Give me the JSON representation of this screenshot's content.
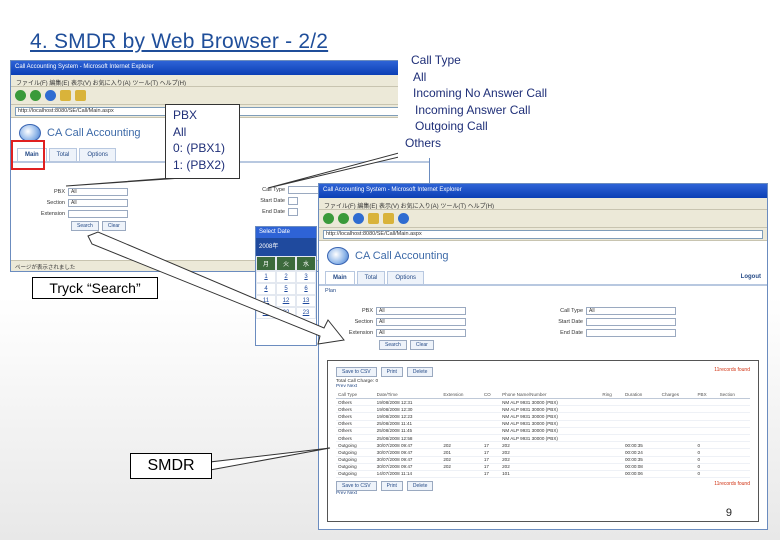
{
  "slide": {
    "title": "4. SMDR by Web Browser - 2/2",
    "page_number": "9"
  },
  "window_back": {
    "title": "Call Accounting System - Microsoft Internet Explorer",
    "menu": "ファイル(F)  編集(E)  表示(V)  お気に入り(A)  ツール(T)  ヘルプ(H)",
    "address": "http://localhost:8080/SE/Call/Main.aspx",
    "app_name": "CA Call Accounting",
    "tabs": [
      "Main",
      "Total",
      "Options"
    ],
    "form_rows": [
      {
        "label": "PBX",
        "value": "All"
      },
      {
        "label": "Section",
        "value": "All"
      },
      {
        "label": "Extension",
        "value": ""
      }
    ],
    "search_label": "Search",
    "clear_label": "Clear",
    "call_type_label": "Call Type",
    "start_date_label": "Start Date",
    "end_date_label": "End Date",
    "status": "ページが表示されました"
  },
  "calendar": {
    "title": "Select Date",
    "month": "2008年",
    "headers": [
      "月",
      "火",
      "水"
    ],
    "days": [
      "1",
      "2",
      "3",
      "4",
      "5",
      "6",
      "11",
      "12",
      "13",
      "21",
      "22",
      "23"
    ]
  },
  "window_front": {
    "title": "Call Accounting System - Microsoft Internet Explorer",
    "menu": "ファイル(F)  編集(E)  表示(V)  お気に入り(A)  ツール(T)  ヘルプ(H)",
    "address": "http://localhost:8080/SE/Call/Main.aspx",
    "app_name": "CA Call Accounting",
    "tabs": [
      "Main",
      "Total",
      "Options"
    ],
    "logout": "Logout",
    "breadcrumb": "Plan",
    "form_rows": [
      {
        "label": "PBX",
        "value": "All"
      },
      {
        "label": "Section",
        "value": "All"
      },
      {
        "label": "Extension",
        "value": "All"
      }
    ],
    "call_type_label": "Call Type",
    "call_type_value": "All",
    "start_date_label": "Start Date",
    "end_date_label": "End Date",
    "search_label": "Search",
    "clear_label": "Clear",
    "result_buttons": [
      "Save to CSV",
      "Print",
      "Delete"
    ],
    "record_count": "Total Call Charge: 0",
    "page_nav": "Prev  Next",
    "records_found": "11records found",
    "columns": [
      "Call Type",
      "Date/Time",
      "Extension",
      "CO",
      "Phone Name/Number",
      "Ring",
      "Duration",
      "Charges",
      "PBX",
      "Section"
    ],
    "rows": [
      [
        "Others",
        "19/08/2008 12:31",
        "",
        "",
        "NM ALP 9931 30000 (PBX)",
        "",
        "",
        "",
        "",
        ""
      ],
      [
        "Others",
        "19/08/2008 12:30",
        "",
        "",
        "NM ALP 9931 30000 (PBX)",
        "",
        "",
        "",
        "",
        ""
      ],
      [
        "Others",
        "19/08/2008 12:23",
        "",
        "",
        "NM ALP 9931 30000 (PBX)",
        "",
        "",
        "",
        "",
        ""
      ],
      [
        "Others",
        "25/08/2008 11:41",
        "",
        "",
        "NM ALP 9931 30000 (PBX)",
        "",
        "",
        "",
        "",
        ""
      ],
      [
        "Others",
        "25/08/2008 11:45",
        "",
        "",
        "NM ALP 9931 30000 (PBX)",
        "",
        "",
        "",
        "",
        ""
      ],
      [
        "Others",
        "25/08/2008 12:58",
        "",
        "",
        "NM ALP 9931 30000 (PBX)",
        "",
        "",
        "",
        "",
        ""
      ],
      [
        "Outgoing",
        "30/07/2008 09:47",
        "202",
        "17",
        "202",
        "",
        "00:00:35",
        "",
        "0",
        ""
      ],
      [
        "Outgoing",
        "30/07/2008 09:47",
        "201",
        "17",
        "202",
        "",
        "00:00:24",
        "",
        "0",
        ""
      ],
      [
        "Outgoing",
        "30/07/2008 09:47",
        "202",
        "17",
        "202",
        "",
        "00:00:35",
        "",
        "0",
        ""
      ],
      [
        "Outgoing",
        "30/07/2008 09:47",
        "202",
        "17",
        "202",
        "",
        "00:00:08",
        "",
        "0",
        ""
      ],
      [
        "Outgoing",
        "14/07/2008 11:14",
        "",
        "17",
        "101",
        "",
        "00:00:06",
        "",
        "0",
        ""
      ]
    ]
  },
  "callouts": {
    "pbx": [
      "PBX",
      "All",
      "0: (PBX1)",
      "1: (PBX2)"
    ],
    "call_type": [
      "Call Type",
      "All",
      "Incoming No Answer Call",
      "Incoming Answer Call",
      "Outgoing Call",
      "Others"
    ],
    "search": "Tryck “Search”",
    "smdr": "SMDR"
  }
}
